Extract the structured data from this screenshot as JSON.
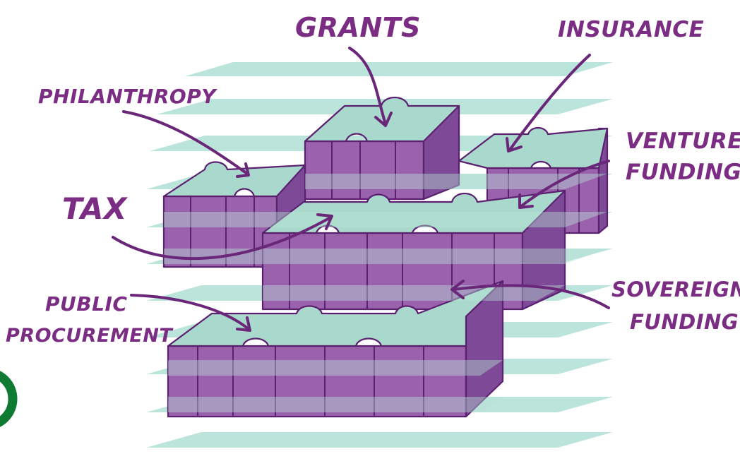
{
  "labels": {
    "grants": "GRANTS",
    "insurance": "INSURANCE",
    "philanthropy": "PHILANTHROPY",
    "venture_line1": "VENTURE",
    "venture_line2": "FUNDING",
    "tax": "TAX",
    "sovereign_line1": "SOVEREIGN",
    "sovereign_line2": "FUNDING",
    "public_line1": "PUBLIC",
    "public_line2": "PROCUREMENT"
  },
  "colors": {
    "purple": "#7b2c83",
    "teal": "#a8dccf",
    "green_logo": "#0e7a32"
  }
}
